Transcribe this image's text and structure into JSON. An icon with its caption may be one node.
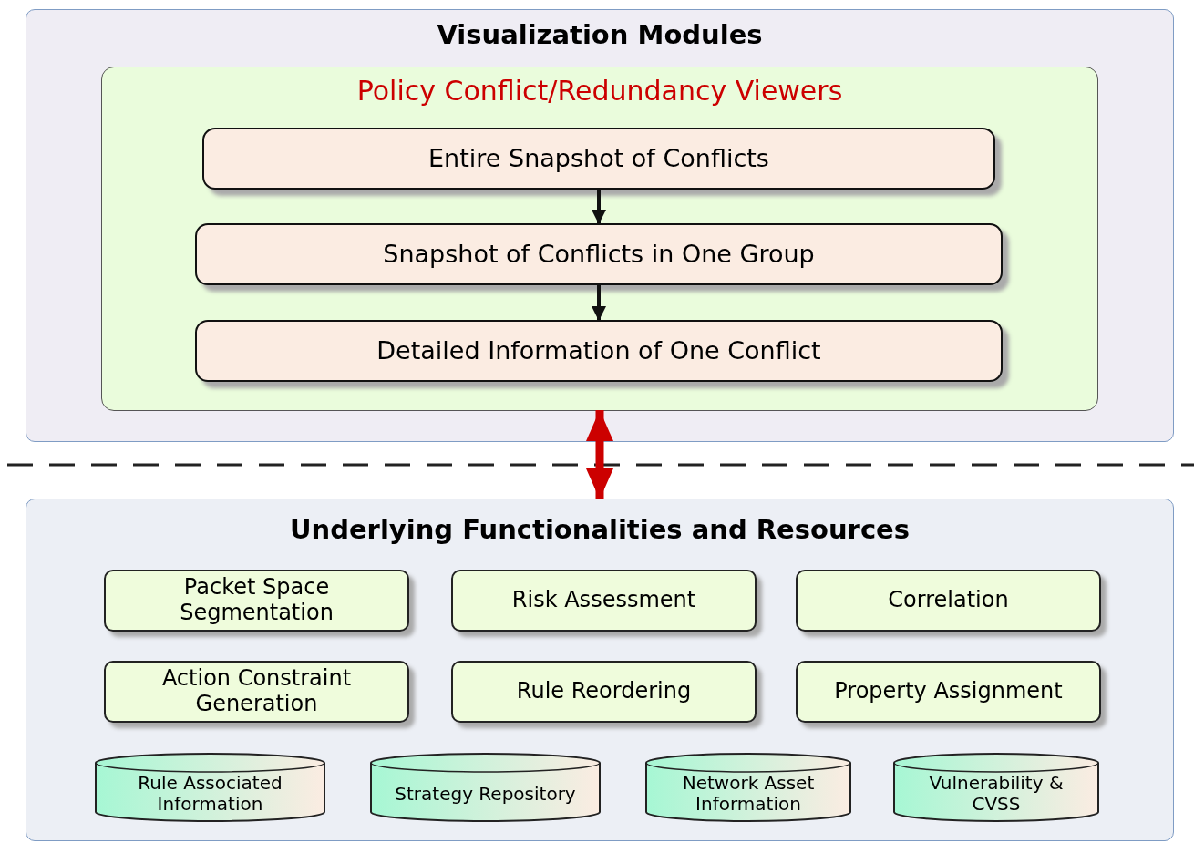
{
  "diagram": {
    "nodes": [
      {
        "text": [
          "Visualization Modules"
        ]
      },
      {
        "text": [
          "Policy Conflict/Redundancy Viewers"
        ],
        "in": 0
      },
      {
        "text": [
          "Entire Snapshot of Conflicts"
        ],
        "in": 1
      },
      {
        "text": [
          "Snapshot of Conflicts in One Group"
        ],
        "in": 1
      },
      {
        "text": [
          "Detailed Information of One Conflict"
        ],
        "in": 1
      },
      {
        "text": [
          "Underlying Functionalities and Resources"
        ]
      },
      {
        "text": [
          "Packet Space Segmentation"
        ],
        "in": 5
      },
      {
        "text": [
          "Risk Assessment"
        ],
        "in": 5
      },
      {
        "text": [
          "Correlation"
        ],
        "in": 5
      },
      {
        "text": [
          "Action Constraint Generation"
        ],
        "in": 5
      },
      {
        "text": [
          "Rule Reordering"
        ],
        "in": 5
      },
      {
        "text": [
          "Property Assignment"
        ],
        "in": 5
      },
      {
        "text": [
          "Rule Associated Information"
        ],
        "in": 5
      },
      {
        "text": [
          "Strategy Repository"
        ],
        "in": 5
      },
      {
        "text": [
          "Network Asset Information"
        ],
        "in": 5
      },
      {
        "text": [
          "Vulnerability & CVSS"
        ],
        "in": 5
      }
    ],
    "edges": [
      {
        "from": 2,
        "to": 3,
        "arrow": "to"
      },
      {
        "from": 3,
        "to": 4,
        "arrow": "to"
      },
      {
        "from": 1,
        "to": 5,
        "arrow": "both",
        "style": "thick",
        "color": "#cc0000"
      }
    ]
  }
}
